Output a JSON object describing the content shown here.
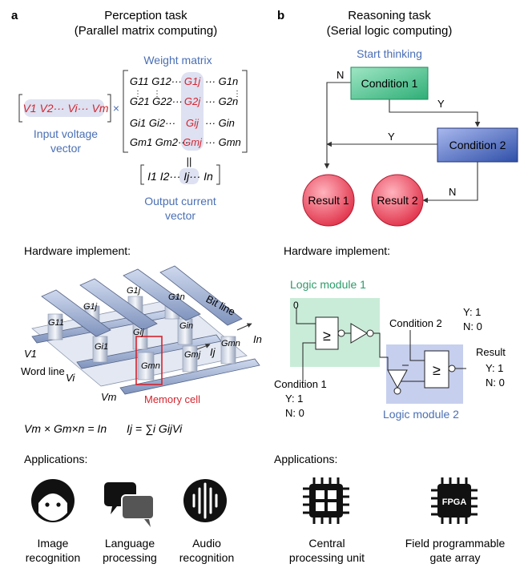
{
  "panel_a": {
    "letter": "a",
    "title": "Perception task",
    "subtitle": "(Parallel matrix computing)",
    "weight_matrix_label": "Weight matrix",
    "input_vector": [
      "V1 V2··· Vi··· Vm"
    ],
    "input_label_1": "Input voltage",
    "input_label_2": "vector",
    "times": "×",
    "matrix_rows": [
      [
        "G11 G12···",
        "G1j",
        "··· G1n"
      ],
      [
        "G21 G22···",
        "G2j",
        "··· G2n"
      ],
      [
        "Gi1 Gi2···",
        "Gij",
        "··· Gin"
      ],
      [
        "Gm1 Gm2···",
        "Gmj",
        "··· Gmn"
      ]
    ],
    "equals": "||",
    "output_vector": "I1 I2··· Ij··· In",
    "output_label_1": "Output current",
    "output_label_2": "vector",
    "hardware_title": "Hardware implement:",
    "bit_line": "Bit line",
    "word_line": "Word line",
    "memory_cell": "Memory cell",
    "crossbar_labels": [
      "G11",
      "G1j",
      "G1n",
      "Gi1",
      "Gij",
      "Gin",
      "G1j",
      "Gmj",
      "Gmn",
      "Gmn"
    ],
    "v1": "V1",
    "vi": "Vi",
    "vm": "Vm",
    "ij": "Ij",
    "in": "In",
    "equation_1": "Vm × Gm×n = In",
    "equation_2": "Ij = ∑i GijVi",
    "applications_title": "Applications:",
    "apps": [
      "Image recognition",
      "Language processing",
      "Audio recognition"
    ],
    "app_lines": [
      [
        "Image",
        "recognition"
      ],
      [
        "Language",
        "processing"
      ],
      [
        "Audio",
        "recognition"
      ]
    ]
  },
  "panel_b": {
    "letter": "b",
    "title": "Reasoning task",
    "subtitle": "(Serial logic computing)",
    "start": "Start thinking",
    "condition_1": "Condition 1",
    "condition_2": "Condition 2",
    "result_1": "Result 1",
    "result_2": "Result 2",
    "n": "N",
    "y": "Y",
    "hardware_title": "Hardware implement:",
    "logic_module_1": "Logic module 1",
    "logic_module_2": "Logic module 2",
    "zero": "0",
    "gte": "≥",
    "hw_condition_1": "Condition 1",
    "hw_condition_2": "Condition 2",
    "y1": "Y: 1",
    "n0": "N: 0",
    "result": "Result",
    "applications_title": "Applications:",
    "fpga_chip": "FPGA",
    "app_lines": [
      [
        "Central",
        "processing unit"
      ],
      [
        "Field programmable",
        "gate array"
      ]
    ]
  },
  "colors": {
    "red": "#d6242e",
    "blue_label": "#4a6fb5",
    "green_box": "#59c59a",
    "blue_box": "#4a6cc0",
    "result_pink": "#e84a5f",
    "module_green": "#c9ecd8",
    "module_blue": "#c7cfee",
    "green_text": "#2b9b6a"
  }
}
